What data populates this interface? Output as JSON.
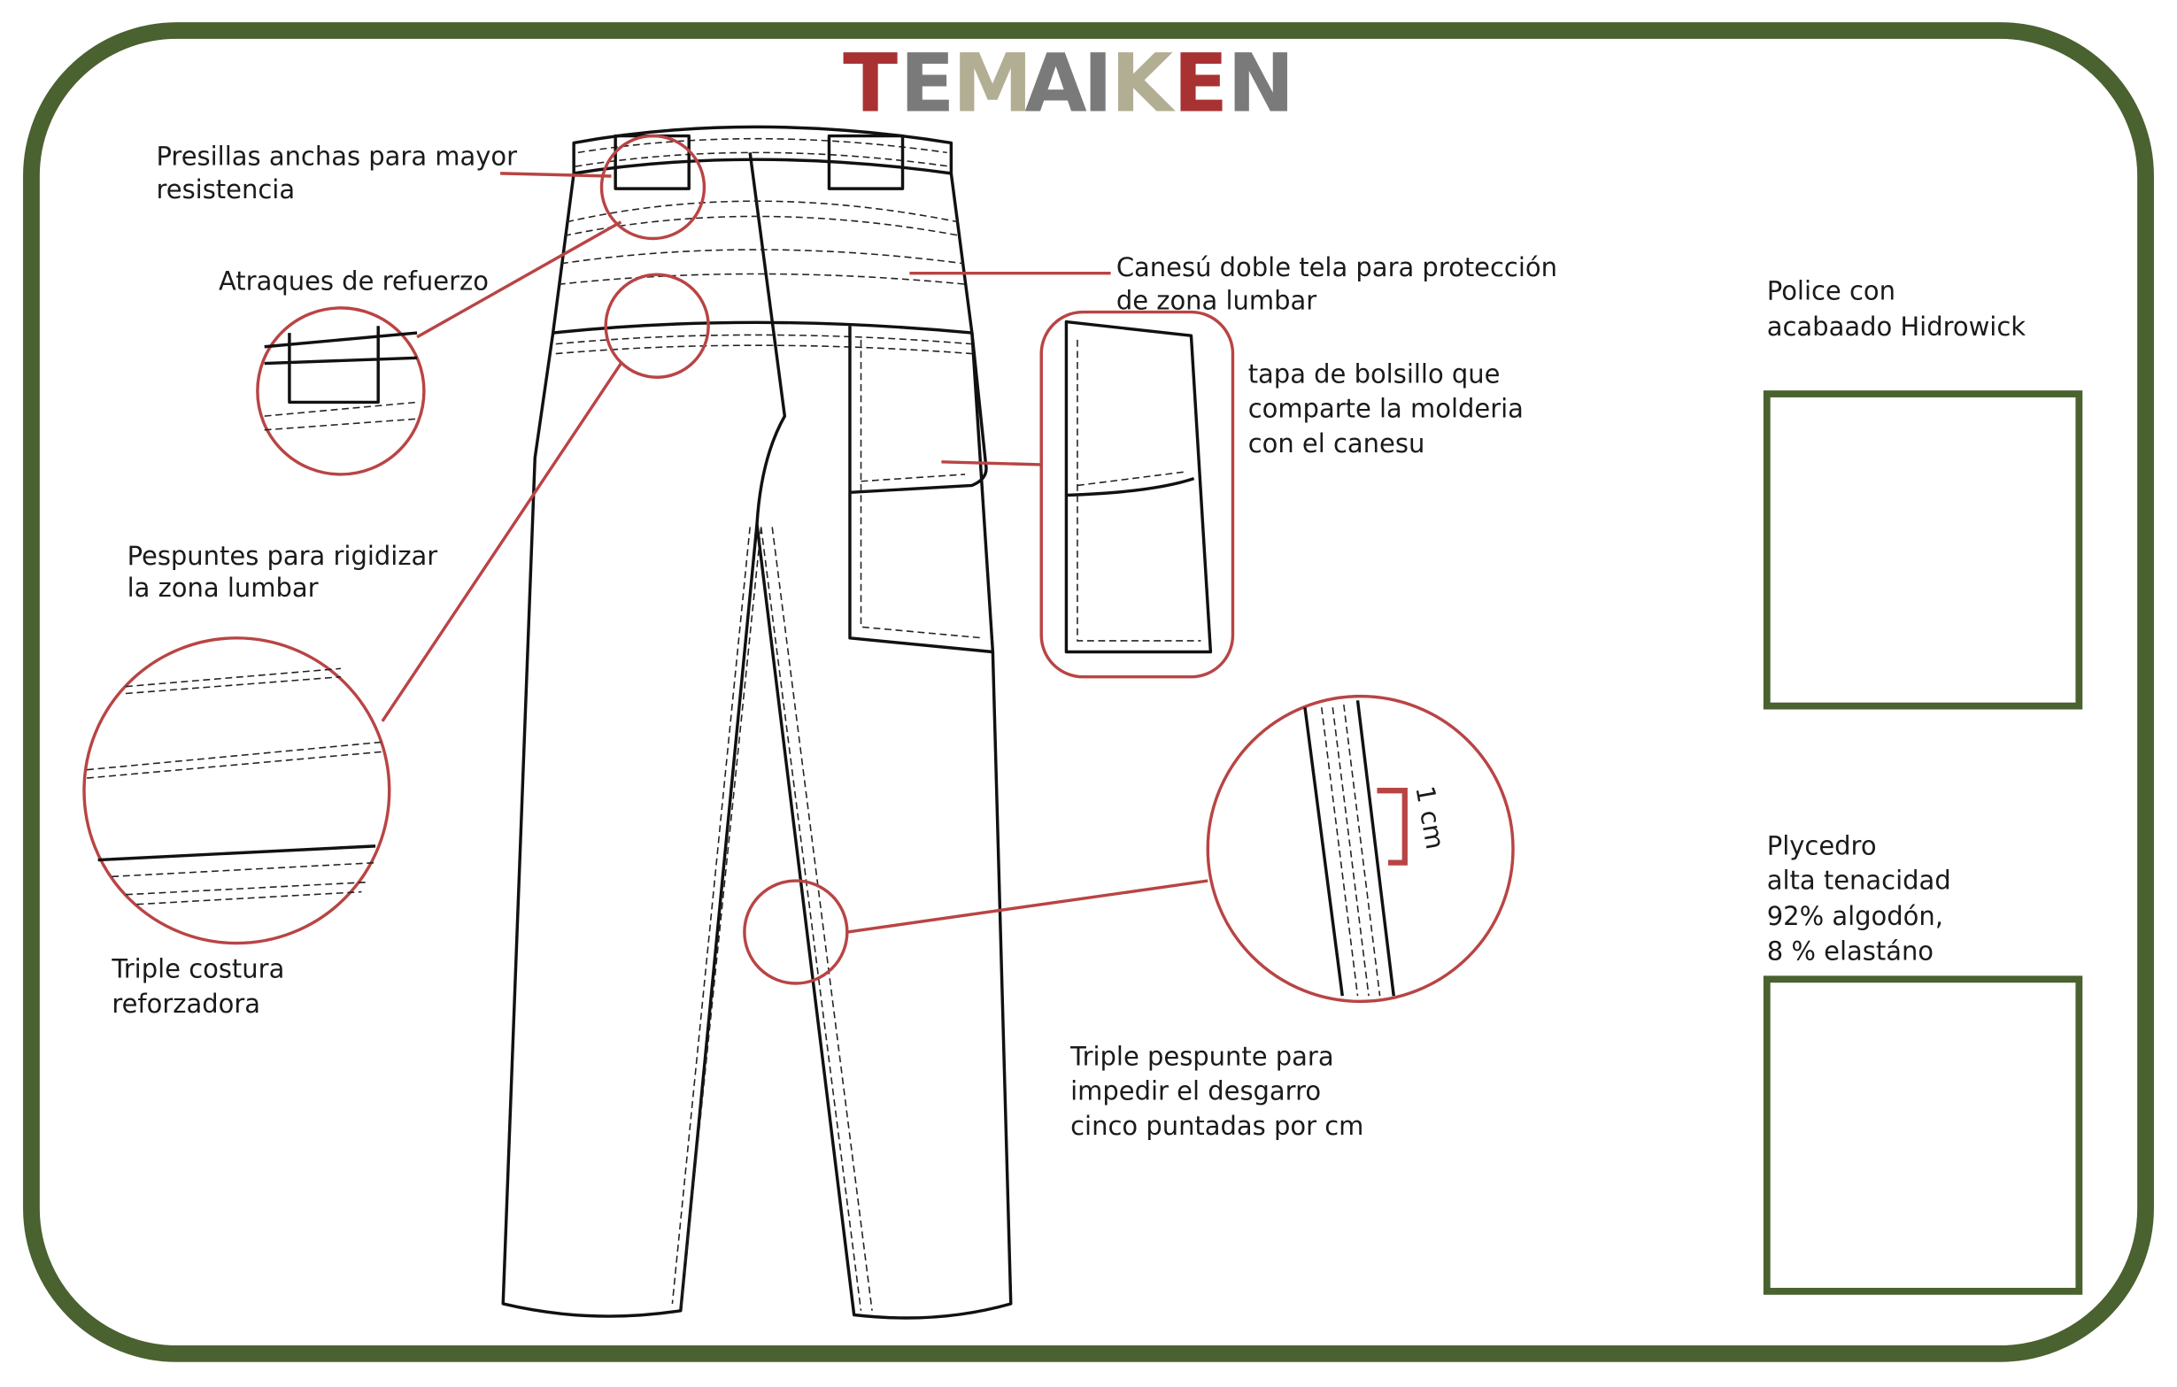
{
  "brand": {
    "logo_text": "TEMAIKEN",
    "letters": [
      "T",
      "E",
      "M",
      "A",
      "I",
      "K",
      "E",
      "N"
    ]
  },
  "colors": {
    "frame": "#4a6130",
    "callout": "#b94444",
    "logo_red": "#a83232",
    "logo_gray": "#7a7a7a",
    "logo_beige": "#b2ae94"
  },
  "callouts": {
    "presillas": [
      "Presillas anchas para mayor",
      "resistencia"
    ],
    "atraques": [
      "Atraques de refuerzo"
    ],
    "canesu": [
      "Canesú doble tela para protección",
      "de zona lumbar"
    ],
    "tapa": [
      "tapa de bolsillo que",
      "comparte la molderia",
      "con el canesu"
    ],
    "pespuntes": [
      "Pespuntes para rigidizar",
      "la zona lumbar"
    ],
    "triple_costura": [
      "Triple costura",
      "reforzadora"
    ],
    "triple_pespunte": [
      "Triple pespunte para",
      "impedir el desgarro",
      "cinco puntadas por cm"
    ],
    "measure": "1 cm"
  },
  "materials": [
    {
      "lines": [
        "Police con",
        "acabaado Hidrowick"
      ]
    },
    {
      "lines": [
        "Plycedro",
        "alta tenacidad",
        "92% algodón,",
        "8 % elastáno"
      ]
    }
  ]
}
